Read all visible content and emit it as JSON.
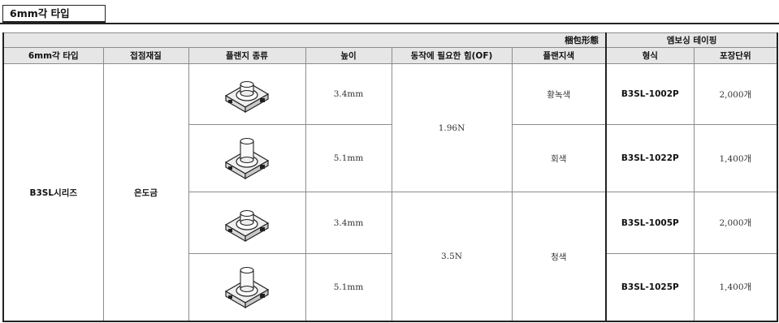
{
  "title": "6mm각 타입",
  "packaging_header": "梱包形態",
  "emboss_header": "엠보싱 테이핑",
  "columns": {
    "type": "6mm각 타입",
    "contact": "접점재질",
    "plunger_type": "플랜지 종류",
    "height": "높이",
    "force": "동작에 필요한 힘(OF)",
    "color": "플랜지색",
    "model": "형식",
    "unit": "포장단위"
  },
  "series": "B3SL시리즈",
  "contact_material": "은도금",
  "forces": [
    "1.96N",
    "3.5N"
  ],
  "colors": [
    "황녹색",
    "회색",
    "청색"
  ],
  "rows": [
    {
      "height": "3.4mm",
      "model": "B3SL-1002P",
      "unit": "2,000개"
    },
    {
      "height": "5.1mm",
      "model": "B3SL-1022P",
      "unit": "1,400개"
    },
    {
      "height": "3.4mm",
      "model": "B3SL-1005P",
      "unit": "2,000개"
    },
    {
      "height": "5.1mm",
      "model": "B3SL-1025P",
      "unit": "1,400개"
    }
  ],
  "icons": [
    "tactile-switch-short-icon",
    "tactile-switch-tall-icon"
  ]
}
